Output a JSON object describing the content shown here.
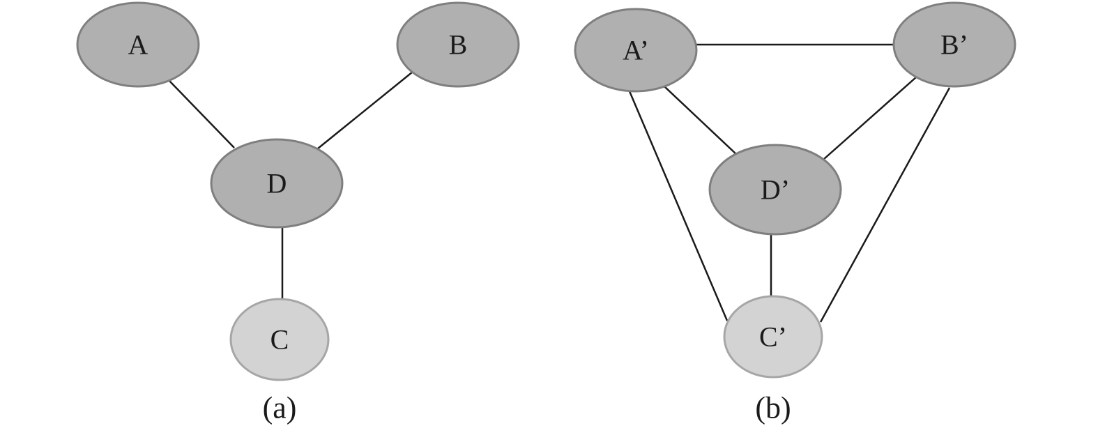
{
  "panel_a": {
    "caption": "(a)",
    "nodes": {
      "A": "A",
      "B": "B",
      "D": "D",
      "C": "C"
    },
    "edges": [
      [
        "A",
        "D"
      ],
      [
        "B",
        "D"
      ],
      [
        "D",
        "C"
      ]
    ]
  },
  "panel_b": {
    "caption": "(b)",
    "nodes": {
      "A": "A’",
      "B": "B’",
      "D": "D’",
      "C": "C’"
    },
    "edges": [
      [
        "A",
        "B"
      ],
      [
        "A",
        "D"
      ],
      [
        "B",
        "D"
      ],
      [
        "D",
        "C"
      ],
      [
        "A",
        "C"
      ],
      [
        "B",
        "C"
      ]
    ]
  },
  "colors": {
    "node_dark_fill": "#b0b0b0",
    "node_light_fill": "#d3d3d3",
    "edge": "#1a1a1a"
  }
}
